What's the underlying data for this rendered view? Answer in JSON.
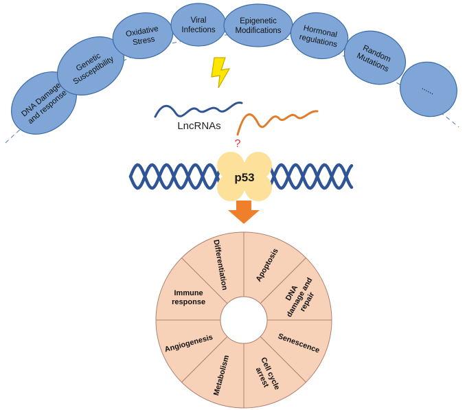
{
  "factors": [
    {
      "lines": [
        "DNA Damage",
        "and response"
      ]
    },
    {
      "lines": [
        "Genetic",
        "Susceptibility"
      ]
    },
    {
      "lines": [
        "Oxidative",
        "Stress"
      ]
    },
    {
      "lines": [
        "Viral",
        "Infections"
      ]
    },
    {
      "lines": [
        "Epigenetic",
        "Modifications"
      ]
    },
    {
      "lines": [
        "Hormonal",
        "regulations"
      ]
    },
    {
      "lines": [
        "Random",
        "Mutations"
      ]
    },
    {
      "lines": [
        "......"
      ]
    }
  ],
  "lncrna_label": "LncRNAs",
  "question_mark": "?",
  "p53_label": "p53",
  "outcomes": [
    {
      "lines": [
        "Apoptosis"
      ]
    },
    {
      "lines": [
        "DNA",
        "damage and",
        "repair"
      ]
    },
    {
      "lines": [
        "Senescence"
      ]
    },
    {
      "lines": [
        "Cell cycle",
        "arrest"
      ]
    },
    {
      "lines": [
        "Metabolism"
      ]
    },
    {
      "lines": [
        "Angiogenesis"
      ]
    },
    {
      "lines": [
        "Immune",
        "response"
      ]
    },
    {
      "lines": [
        "Differentiation"
      ]
    }
  ],
  "colors": {
    "ellipse_fill": "#7fa6d6",
    "ellipse_stroke": "#3a6aa8",
    "dna_strand": "#2f5597",
    "lncrna_blue": "#2f5597",
    "lncrna_orange": "#e07b2a",
    "bolt_fill": "#ffe600",
    "bolt_stroke": "#c8a800",
    "p53_fill": "#fde09a",
    "arrow": "#f07f2a",
    "wheel_fill": "#f8d2b8",
    "wheel_stroke": "#b08070",
    "question": "#e03030"
  }
}
